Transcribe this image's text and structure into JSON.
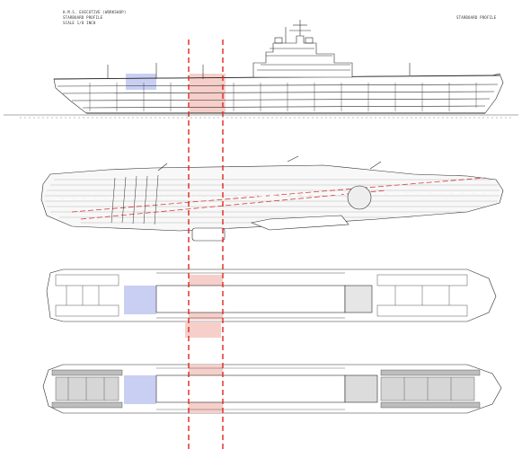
{
  "title_block": {
    "line1": "H.M.S. EXECUTIVE (WORKSHOP)",
    "line2": "STARBOARD PROFILE",
    "line3": "SCALE 1/8 INCH",
    "line4": "",
    "line5": ""
  },
  "profile_label": "STARBOARD PROFILE",
  "colors": {
    "line": "#2a2a2a",
    "blue_highlight": "#c9cff2",
    "red_highlight": "#f6cfca",
    "dashed_red": "#e0261b",
    "deck_guides": "#d83a3a"
  },
  "views": [
    "starboard-profile",
    "flight-deck-plan",
    "hangar-deck-plan",
    "lower-deck-plan"
  ]
}
